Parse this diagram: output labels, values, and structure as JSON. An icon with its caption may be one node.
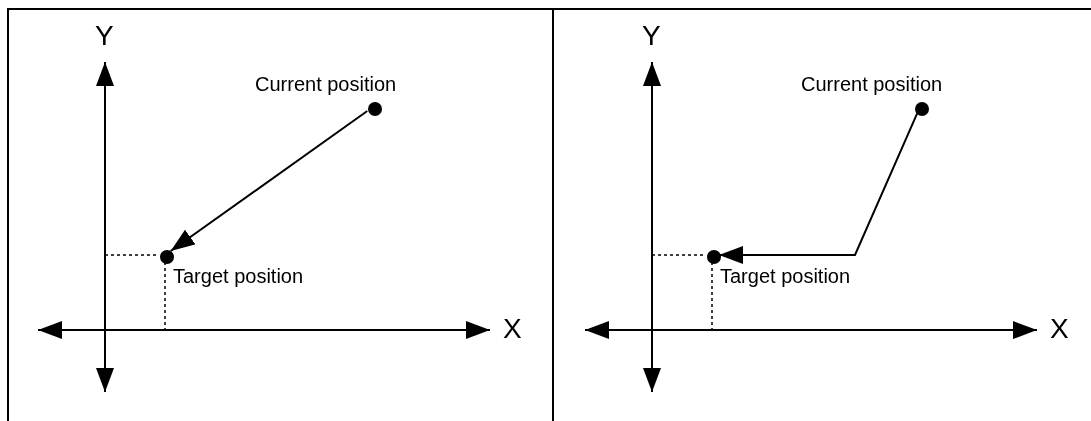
{
  "diagram": {
    "nodes": [
      {
        "text": [],
        "shape": "box"
      },
      {
        "text": [],
        "shape": "circle",
        "in": 0,
        "beside": [
          "Current position"
        ]
      },
      {
        "text": [],
        "shape": "circle",
        "in": 0,
        "beside": [
          "Target position"
        ]
      },
      {
        "text": [],
        "shape": "box"
      },
      {
        "text": [],
        "shape": "circle",
        "in": 3,
        "beside": [
          "Current position"
        ]
      },
      {
        "text": [],
        "shape": "circle",
        "in": 3,
        "beside": [
          "Target position"
        ]
      }
    ],
    "edges": [
      {
        "from": 1,
        "to": 2,
        "arrow": "to"
      },
      {
        "from": 4,
        "to": 5,
        "arrow": "to"
      }
    ],
    "labels": [
      "Y",
      "X",
      "Y",
      "X"
    ]
  }
}
